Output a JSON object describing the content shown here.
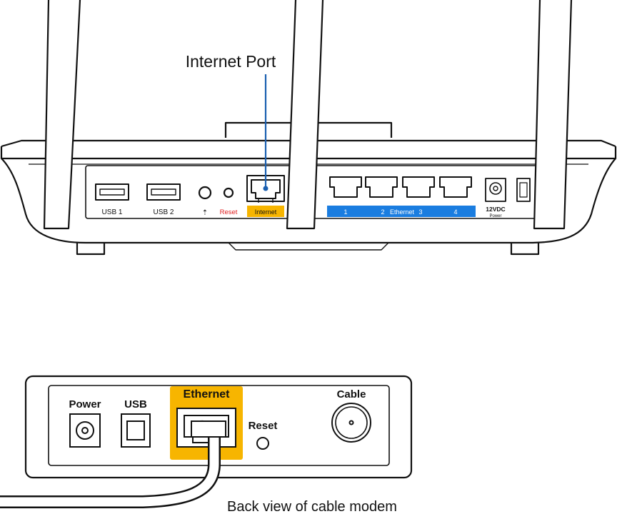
{
  "router": {
    "callout": "Internet Port",
    "labels": {
      "usb1": "USB 1",
      "usb2": "USB 2",
      "reset": "Reset",
      "internet": "Internet",
      "eth1": "1",
      "eth2": "2",
      "ethernet": "Ethernet",
      "eth3": "3",
      "eth4": "4",
      "dc": "12VDC",
      "power": "Power"
    },
    "colors": {
      "internet_band": "#f7b500",
      "ethernet_band": "#1a7de0",
      "reset_text": "#e02020"
    }
  },
  "modem": {
    "labels": {
      "power": "Power",
      "usb": "USB",
      "ethernet": "Ethernet",
      "reset": "Reset",
      "cable": "Cable"
    },
    "caption": "Back view of cable modem",
    "colors": {
      "ethernet_highlight": "#f7b500"
    }
  }
}
